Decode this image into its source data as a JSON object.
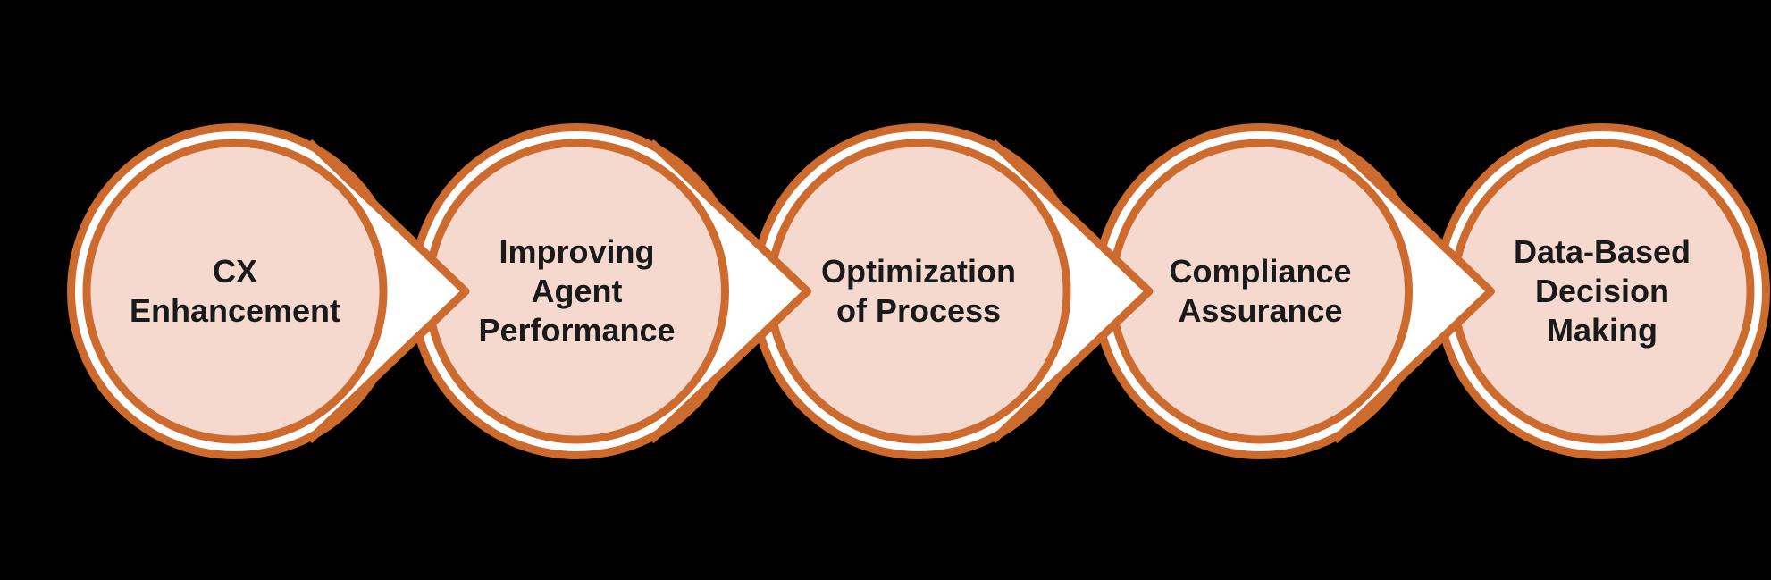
{
  "diagram": {
    "type": "process-flow",
    "background": "#000000",
    "colors": {
      "outline": "#CD6B2F",
      "circle_fill": "#F5D9CE",
      "connector_fill": "#FFFFFF",
      "ring_gap": "#FFFFFF",
      "label": "#1A1A1A"
    },
    "connector": {
      "shape": "arrow-right"
    },
    "steps": [
      {
        "label": "CX Enhancement",
        "lines": [
          "CX",
          "Enhancement"
        ]
      },
      {
        "label": "Improving Agent Performance",
        "lines": [
          "Improving",
          "Agent",
          "Performance"
        ]
      },
      {
        "label": "Optimization of Process",
        "lines": [
          "Optimization",
          "of Process"
        ]
      },
      {
        "label": "Compliance Assurance",
        "lines": [
          "Compliance",
          "Assurance"
        ]
      },
      {
        "label": "Data-Based Decision Making",
        "lines": [
          "Data-Based",
          "Decision",
          "Making"
        ]
      }
    ]
  }
}
